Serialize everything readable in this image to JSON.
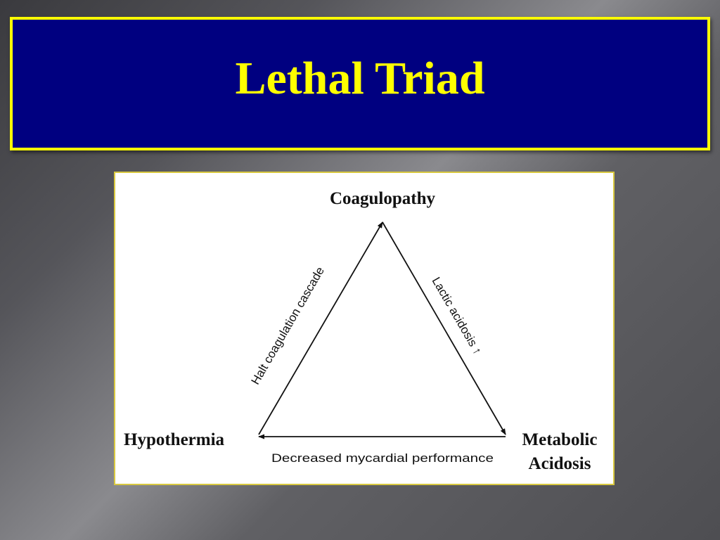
{
  "slide": {
    "title": "Lethal Triad"
  },
  "diagram": {
    "nodes": {
      "top": "Coagulopathy",
      "left": "Hypothermia",
      "right_line1": "Metabolic",
      "right_line2": "Acidosis"
    },
    "edges": {
      "left": "Halt coagulation cascade",
      "right": "Lactic acidosis ↑",
      "bottom": "Decreased mycardial performance"
    },
    "colors": {
      "title_background": "#000080",
      "title_text": "#ffff00",
      "title_border": "#ffff00"
    }
  }
}
